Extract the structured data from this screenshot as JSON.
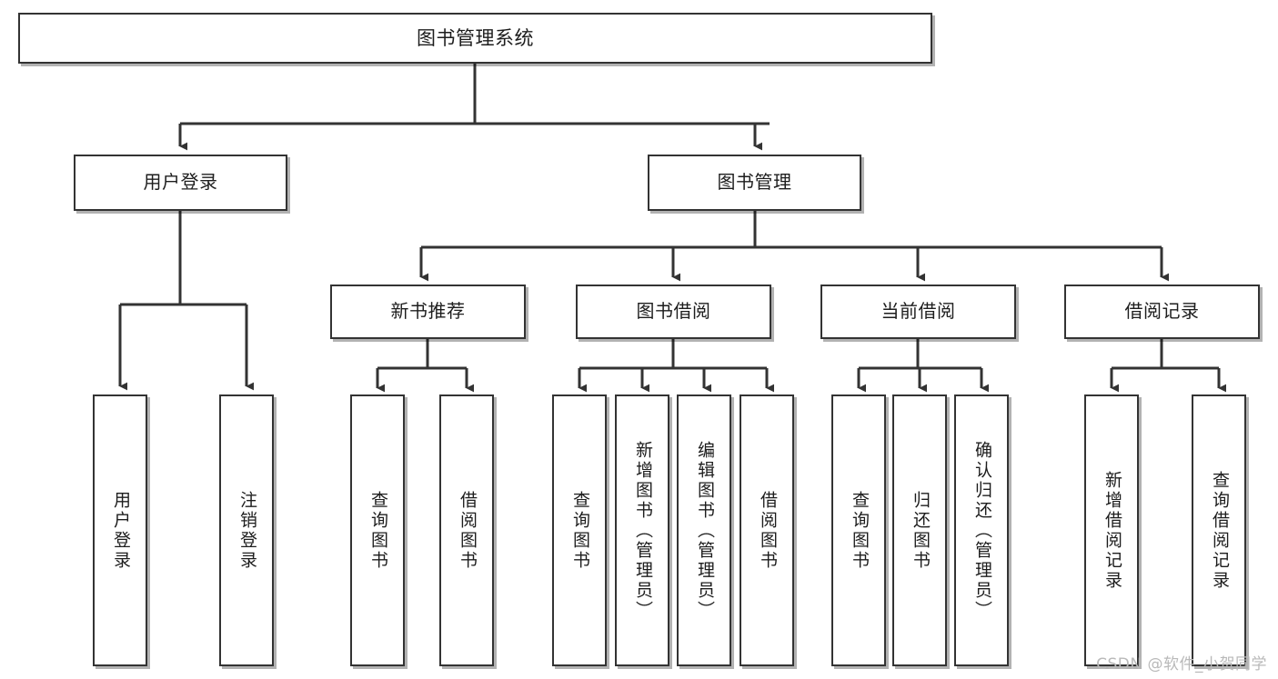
{
  "diagram": {
    "title": "图书管理系统",
    "type": "tree-hierarchy-chart",
    "watermark": "CSDN @软件_小贺同学",
    "colors": {
      "box_border": "#333333",
      "box_fill": "#ffffff",
      "connector": "#333333",
      "text": "#1d1d1d",
      "watermark": "#b9b9b9"
    },
    "nodes": {
      "root": {
        "label": "图书管理系统"
      },
      "level2": [
        {
          "id": "user-login",
          "label": "用户登录"
        },
        {
          "id": "book-management",
          "label": "图书管理"
        }
      ],
      "level3": [
        {
          "id": "new-book-recommend",
          "label": "新书推荐"
        },
        {
          "id": "book-borrow",
          "label": "图书借阅"
        },
        {
          "id": "current-borrow",
          "label": "当前借阅"
        },
        {
          "id": "borrow-record",
          "label": "借阅记录"
        }
      ],
      "leaves": {
        "user-login": [
          {
            "id": "user-login-leaf",
            "label": "用户登录"
          },
          {
            "id": "logout-leaf",
            "label": "注销登录"
          }
        ],
        "new-book-recommend": [
          {
            "id": "query-book-1",
            "label": "查询图书"
          },
          {
            "id": "borrow-book-1",
            "label": "借阅图书"
          }
        ],
        "book-borrow": [
          {
            "id": "query-book-2",
            "label": "查询图书"
          },
          {
            "id": "add-book-admin",
            "label": "新增图书（管理员）"
          },
          {
            "id": "edit-book-admin",
            "label": "编辑图书（管理员）"
          },
          {
            "id": "borrow-book-2",
            "label": "借阅图书"
          }
        ],
        "current-borrow": [
          {
            "id": "query-book-3",
            "label": "查询图书"
          },
          {
            "id": "return-book",
            "label": "归还图书"
          },
          {
            "id": "confirm-return-admin",
            "label": "确认归还（管理员）"
          }
        ],
        "borrow-record": [
          {
            "id": "add-borrow-record",
            "label": "新增借阅记录"
          },
          {
            "id": "query-borrow-record",
            "label": "查询借阅记录"
          }
        ]
      }
    }
  }
}
